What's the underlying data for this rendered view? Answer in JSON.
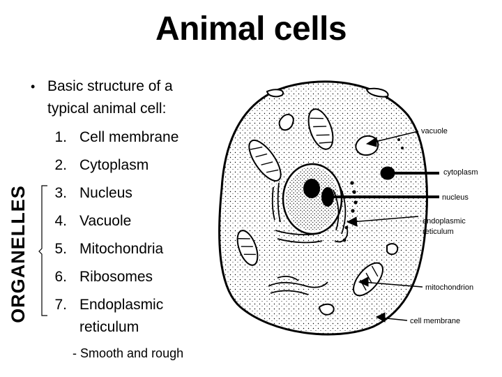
{
  "title": "Animal cells",
  "bullet": {
    "line1": "Basic structure of a",
    "line2": "typical animal cell:"
  },
  "list": [
    {
      "num": "1.",
      "label": "Cell membrane"
    },
    {
      "num": "2.",
      "label": "Cytoplasm"
    },
    {
      "num": "3.",
      "label": "Nucleus"
    },
    {
      "num": "4.",
      "label": "Vacuole"
    },
    {
      "num": "5.",
      "label": "Mitochondria"
    },
    {
      "num": "6.",
      "label": "Ribosomes"
    },
    {
      "num": "7.",
      "label": "Endoplasmic",
      "label2": "reticulum"
    }
  ],
  "sub_note": "- Smooth and rough",
  "side_label": "ORGANELLES",
  "diagram_labels": {
    "vacuole": "vacuole",
    "cytoplasm": "cytoplasm",
    "nucleus": "nucleus",
    "er_line1": "endoplasmic",
    "er_line2": "reticulum",
    "mitochondrion": "mitochondrion",
    "cell_membrane": "cell membrane"
  }
}
